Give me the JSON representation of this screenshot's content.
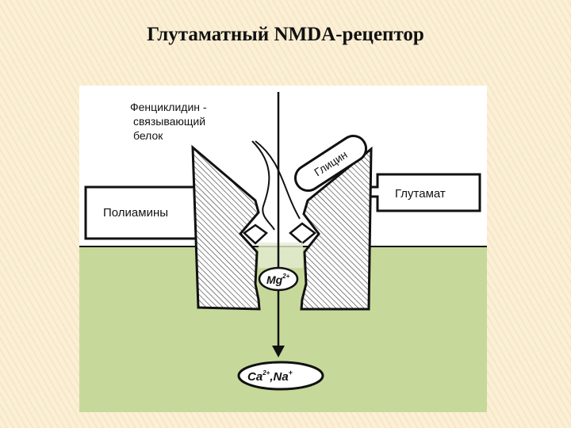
{
  "slide": {
    "title": "Глутаматный NMDA-рецептор"
  },
  "diagram": {
    "pcp_label": [
      "Фенциклидин -",
      "связывающий",
      "белок"
    ],
    "glycine_label": "Глицин",
    "glutamate_label": "Глутамат",
    "polyamines_label": "Полиамины",
    "mg_label": "Mg",
    "mg_charge": "2+",
    "ca_label": "Ca",
    "ca_charge": "2+",
    "ca_na_sep": ",Na",
    "na_charge": "+",
    "colors": {
      "extracellular": "#ffffff",
      "intracellular": "#c7d99a",
      "outline": "#111111",
      "slide_background": "#fbf0d6"
    }
  }
}
